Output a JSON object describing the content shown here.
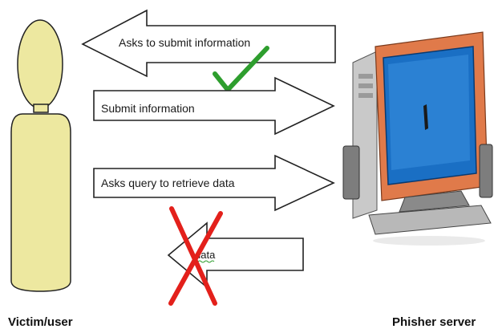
{
  "arrows": [
    {
      "label": "Asks to submit information",
      "direction": "left",
      "status": "success"
    },
    {
      "label": "Submit information",
      "direction": "right"
    },
    {
      "label": "Asks query to retrieve data",
      "direction": "right"
    },
    {
      "label": "data",
      "direction": "left",
      "status": "blocked"
    }
  ],
  "actors": {
    "victim": {
      "label": "Victim/user"
    },
    "server": {
      "label": "Phisher server"
    }
  },
  "colors": {
    "person_fill": "#ede8a0",
    "check": "#2e9e2e",
    "cross": "#e3201b",
    "screen": "#1a6fc4",
    "case": "#e07a4a"
  }
}
